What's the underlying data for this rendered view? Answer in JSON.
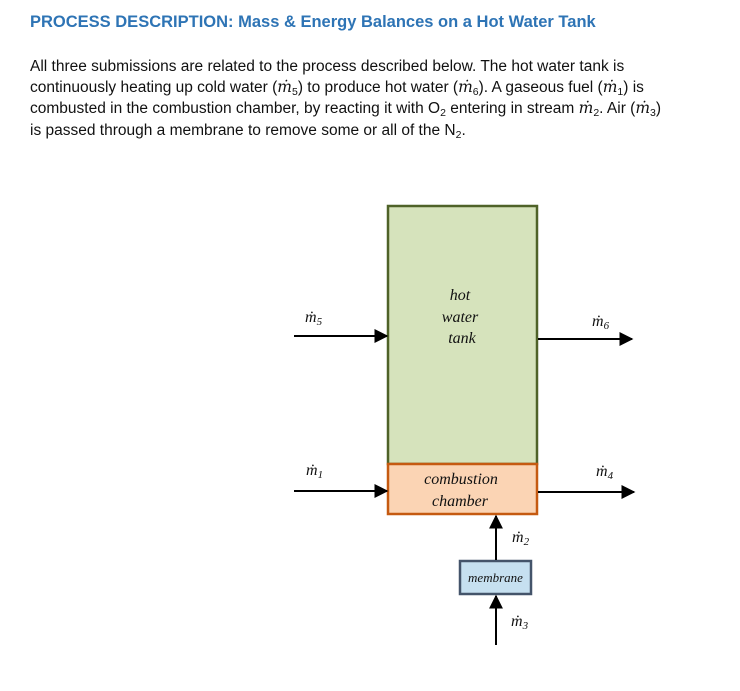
{
  "heading": "PROCESS DESCRIPTION: Mass & Energy Balances on a Hot Water Tank",
  "paragraph": {
    "line1": "All three submissions are related to the process described below. The hot water tank is",
    "line2": {
      "a": "continuously heating up cold water (",
      "m5": "ṁ",
      "s5": "5",
      "b": ") to produce hot water (",
      "m6": "ṁ",
      "s6": "6",
      "c": "). A gaseous fuel (",
      "m1": "ṁ",
      "s1": "1",
      "d": ") is"
    },
    "line3": {
      "a": "combusted in the combustion chamber, by reacting it with O",
      "o2sub": "2",
      "b": " entering in stream ",
      "m2": "ṁ",
      "s2": "2",
      "c": ". Air (",
      "m3": "ṁ",
      "s3": "3",
      "d": ")"
    },
    "line4": {
      "a": "is passed through a membrane to remove some or all of the N",
      "n2sub": "2",
      "b": "."
    }
  },
  "diagram": {
    "tank_lines": [
      "hot",
      "water",
      "tank"
    ],
    "chamber_lines": [
      "combustion",
      "chamber"
    ],
    "membrane_label": "membrane",
    "streams": {
      "s5": {
        "symbol": "ṁ",
        "sub": "5"
      },
      "s6": {
        "symbol": "ṁ",
        "sub": "6"
      },
      "s1": {
        "symbol": "ṁ",
        "sub": "1"
      },
      "s4": {
        "symbol": "ṁ",
        "sub": "4"
      },
      "s2": {
        "symbol": "ṁ",
        "sub": "2"
      },
      "s3": {
        "symbol": "ṁ",
        "sub": "3"
      }
    },
    "colors": {
      "tank_fill": "#d6e3bc",
      "tank_stroke": "#4f6228",
      "chamber_fill": "#fbd4b4",
      "chamber_stroke": "#c55a11",
      "membrane_fill": "#c6e0f0",
      "membrane_stroke": "#44546a",
      "heading_color": "#2e74b5"
    }
  }
}
